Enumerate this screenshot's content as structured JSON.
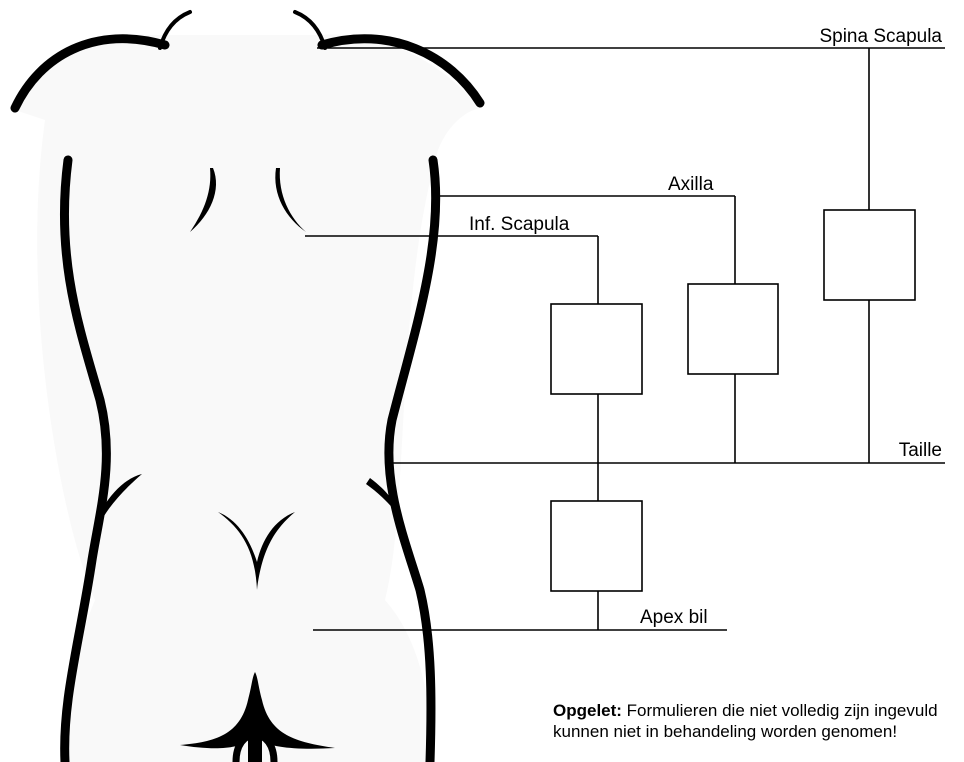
{
  "labels": {
    "spina_scapula": "Spina Scapula",
    "axilla": "Axilla",
    "inf_scapula": "Inf. Scapula",
    "taille": "Taille",
    "apex_bil": "Apex bil"
  },
  "note": {
    "bold": "Opgelet:",
    "text": " Formulieren die niet volledig zijn ingevuld kunnen niet in behandeling worden genomen!"
  }
}
